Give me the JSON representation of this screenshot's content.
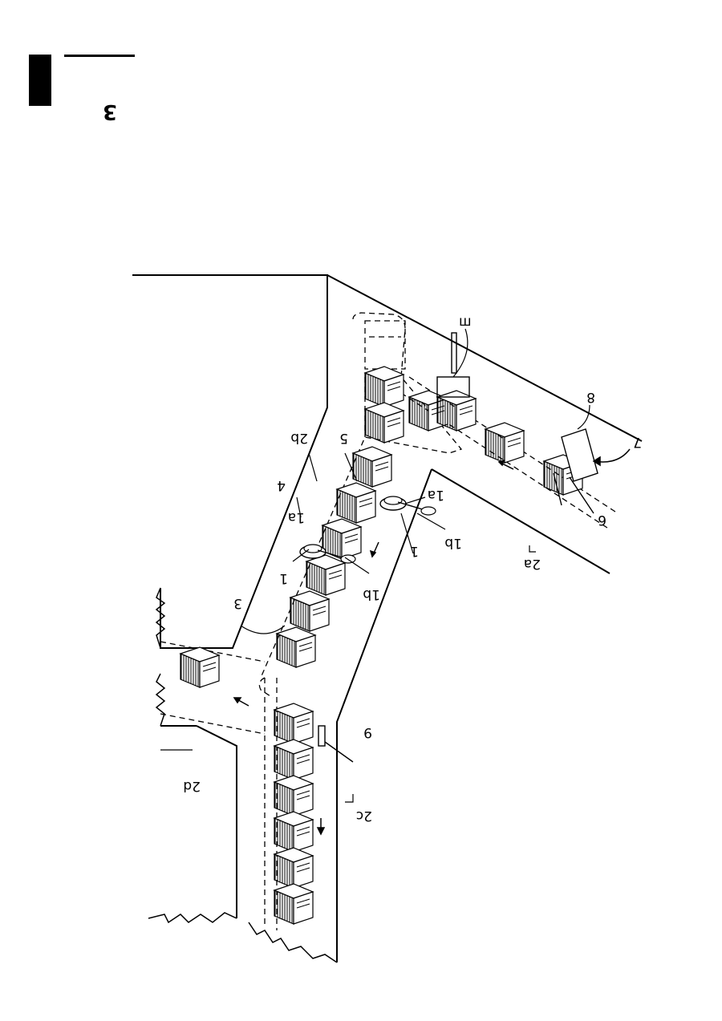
{
  "page": {
    "page_number": "3"
  },
  "figure": {
    "labels": {
      "ref_1_upper": "1",
      "ref_1_lower": "1",
      "ref_1a_upper": "1a",
      "ref_1a_lower": "1a",
      "ref_1b_upper": "1b",
      "ref_1b_lower": "1b",
      "ref_2a": "2a",
      "ref_2b": "2b",
      "ref_2c": "2c",
      "ref_2d": "2d",
      "ref_3": "3",
      "ref_4": "4",
      "ref_5": "5",
      "ref_6": "6",
      "ref_7": "7",
      "ref_8": "8",
      "ref_9": "9",
      "ref_m": "ш"
    }
  }
}
